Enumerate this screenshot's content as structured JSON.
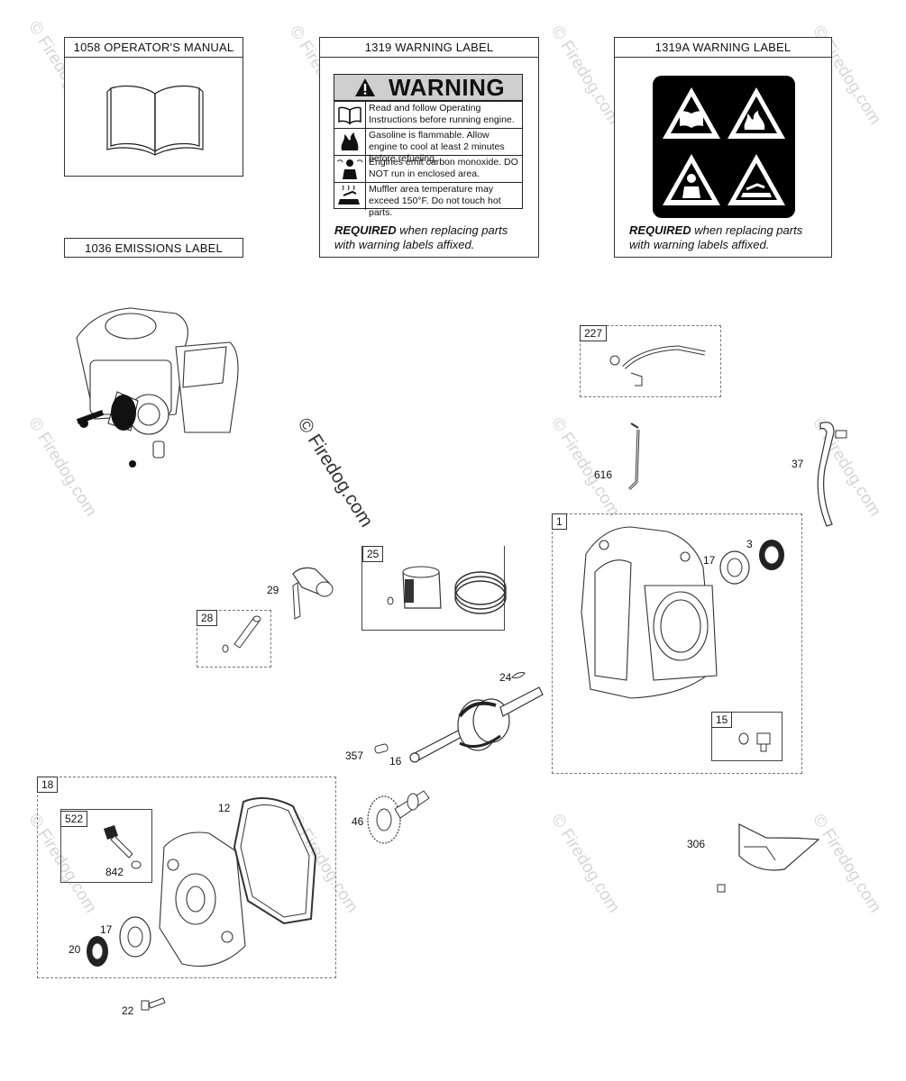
{
  "labels": {
    "operators_manual": "1058 OPERATOR'S MANUAL",
    "emissions_label": "1036 EMISSIONS LABEL",
    "warning_1319": "1319 WARNING LABEL",
    "warning_1319a": "1319A WARNING LABEL",
    "warning_word": "WARNING",
    "warning_lines": [
      "Read and follow Operating Instructions before running engine.",
      "Gasoline is flammable. Allow engine to cool at least 2 minutes before refueling.",
      "Engines emit carbon monoxide. DO NOT run in enclosed area.",
      "Muffler area temperature may exceed 150°F. Do not touch hot parts."
    ],
    "required_bold": "REQUIRED",
    "required_rest_1": " when replacing parts",
    "required_rest_2": "with warning labels affixed."
  },
  "watermark": "© Firedog.com",
  "parts": {
    "p227": "227",
    "p616": "616",
    "p37": "37",
    "p1": "1",
    "p17a": "17",
    "p3": "3",
    "p15": "15",
    "p29": "29",
    "p25": "25",
    "p28": "28",
    "p24": "24",
    "p357": "357",
    "p16": "16",
    "p18": "18",
    "p12": "12",
    "p522": "522",
    "p842": "842",
    "p17b": "17",
    "p20": "20",
    "p46": "46",
    "p306": "306",
    "p22": "22"
  },
  "icons": [
    "book-icon",
    "warning-triangle-icon",
    "fire-icon",
    "exhaust-person-icon",
    "hot-surface-icon"
  ]
}
